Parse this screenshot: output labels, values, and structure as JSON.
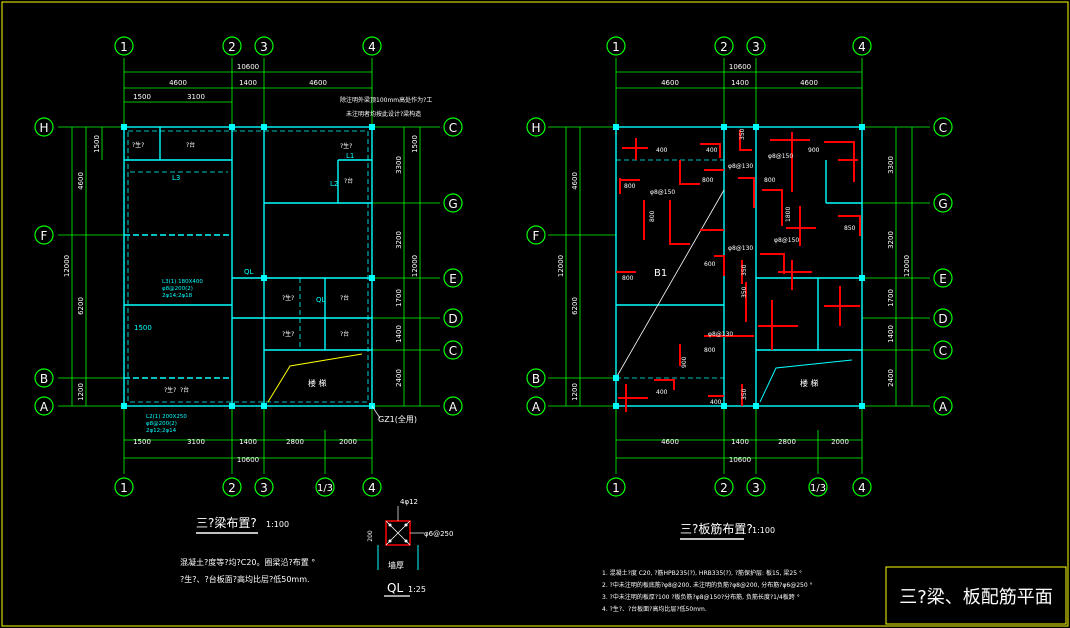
{
  "axes": {
    "col1": "1",
    "col2": "2",
    "col3": "3",
    "col4": "4",
    "col13": "1/3",
    "rowH": "H",
    "rowF": "F",
    "rowB": "B",
    "rowA": "A",
    "rowC": "C",
    "rowG": "G",
    "rowE": "E",
    "rowD": "D"
  },
  "dims": {
    "total": "10600",
    "d4600": "4600",
    "d1400": "1400",
    "d1500": "1500",
    "d3100": "3100",
    "d2800": "2800",
    "d2000": "2000",
    "v12000": "12000",
    "v4600": "4600",
    "v6200": "6200",
    "v1200": "1200",
    "v1500": "1500",
    "v3300": "3300",
    "v3200": "3200",
    "v1700": "1700",
    "v1400": "1400",
    "v2400": "2400"
  },
  "left": {
    "beam_note_1": "除注明外梁顶100mm高处作为?工",
    "beam_note_2": "未注明者均按此设计?梁构造",
    "L1": "L1",
    "L2": "L2",
    "L3": "L3",
    "QL": "QL",
    "room_toilet": "?生?",
    "room_terrace": "?台",
    "room_stairs": "楼  梯",
    "beam_label_1": "L3(1) 180X400",
    "beam_label_2": "φ8@200(2)",
    "beam_label_3": "2φ14;2φ18",
    "beam_label_4": "L2(1) 200X250",
    "beam_label_5": "φ8@200(2)",
    "beam_label_6": "2φ12;2φ14",
    "gz": "GZ1(全用)",
    "title": "三?梁布置?",
    "scale": "1:100",
    "note_1": "混凝土?度等?均?C20。圈梁沿?布置 °",
    "note_2": "?生?、?台板面?高均比层?低50mm."
  },
  "detail": {
    "top": "4φ12",
    "right": "φ6@250",
    "size": "200",
    "bottom": "墙厚",
    "name": "QL",
    "scale": "1:25"
  },
  "right": {
    "B1": "B1",
    "r400": "400",
    "r800": "800",
    "r350": "350",
    "r850": "850",
    "r900": "900",
    "r600": "600",
    "r1800": "1800",
    "rebar_a": "φ8@150",
    "rebar_b": "φ8@130",
    "rebar_c": "φ8@200",
    "room_stairs": "楼  梯",
    "title": "三?板筋布置?",
    "scale": "1:100",
    "note_1": "1. 混凝土?度 C20, ?筋HPB235(?), HRB335(?), ?筋保护层: 板15, 梁25 °",
    "note_2": "2. ?中未注明的板底筋?φ8@200, 未注明的负筋?φ8@200, 分布筋?φ6@250 °",
    "note_3": "3. ?中未注明的板厚?100 ?板负筋?φ8@150?分布筋, 负筋长度?1/4板跨 °",
    "note_4": "4. ?生?、?台板面?高均比层?低50mm."
  },
  "sheet_title": "三?梁、板配筋平面",
  "colors": {
    "line": "#00ffff",
    "axis": "#00ff00",
    "text": "#ffffff",
    "rebar": "#ff0000",
    "frame": "#ffff00"
  }
}
